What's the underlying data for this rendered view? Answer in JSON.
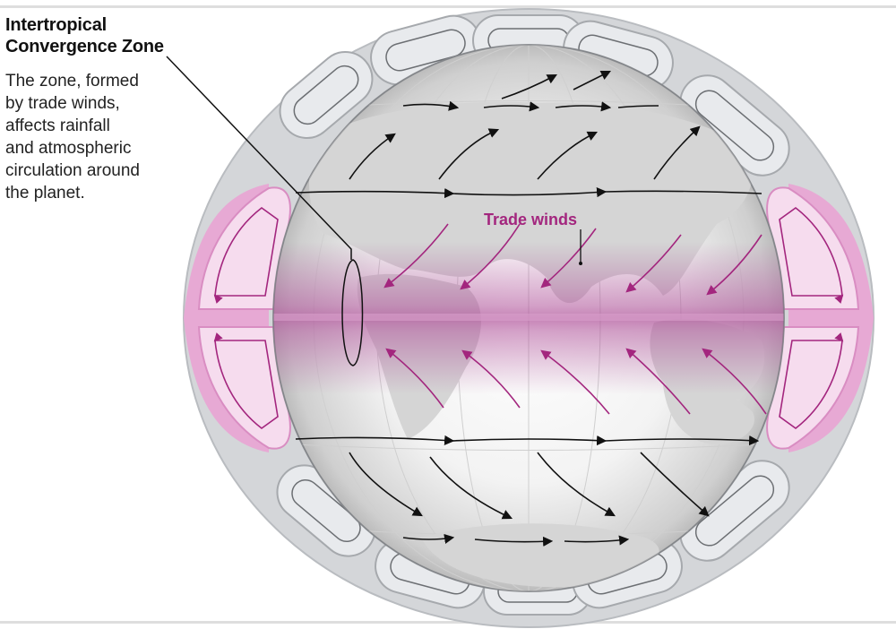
{
  "title_lines": [
    "Intertropical",
    "Convergence Zone"
  ],
  "description_lines": [
    "The zone, formed",
    "by trade winds,",
    "affects rainfall",
    "and atmospheric",
    "circulation around",
    "the planet."
  ],
  "trade_winds_label": "Trade winds",
  "colors": {
    "wind_black": "#111111",
    "wind_magenta": "#a3267e",
    "itcz_band": "#b0529a",
    "hadley_cell_fill": "#f6dcee",
    "hadley_cell_edge": "#e7a9d4",
    "polar_cell_fill": "#e8eaed",
    "polar_cell_edge": "#a6a9ad",
    "land": "#d5d5d5",
    "rule": "#dedede"
  },
  "icons": [
    "trade-wind-arrow",
    "westerly-arrow",
    "circulation-cell-loop"
  ]
}
